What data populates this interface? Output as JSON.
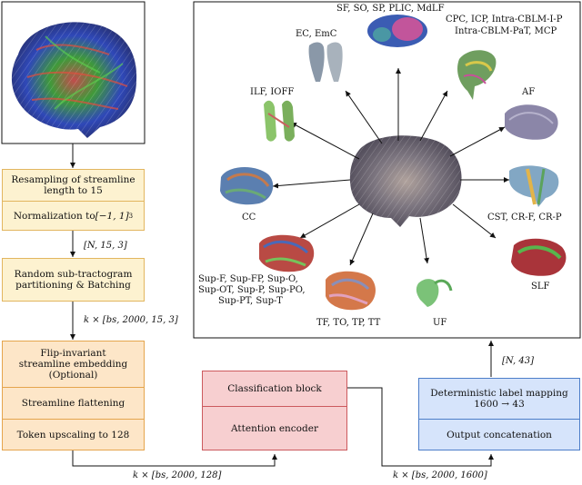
{
  "pipeline": {
    "step1": {
      "line1": "Resampling of streamline",
      "line2": "length to 15"
    },
    "step2": {
      "prefix": "Normalization to ",
      "range": "[−1, 1]",
      "power": "3"
    },
    "dim1": "[N, 15, 3]",
    "step3": {
      "line1": "Random sub-tractogram",
      "line2": "partitioning & Batching"
    },
    "dim2": "k × [bs, 2000, 15, 3]",
    "embed": {
      "line1": "Flip-invariant",
      "line2": "streamline embedding",
      "line3": "(Optional)",
      "flatten": "Streamline flattening",
      "upscale": "Token upscaling to 128"
    },
    "dim3": "k × [bs, 2000, 128]",
    "model": {
      "classification": "Classification block",
      "attention": "Attention encoder"
    },
    "dim4": "k × [bs, 2000, 1600]",
    "mapping": {
      "line1": "Deterministic label mapping",
      "line2": "1600 → 43",
      "concat": "Output concatenation"
    },
    "dim5": "[N, 43]"
  },
  "bundles": {
    "top": "SF, SO, SP, PLIC, MdLF",
    "ec": "EC, EmC",
    "cpc_line1": "CPC, ICP, Intra-CBLM-I-P",
    "cpc_line2": "Intra-CBLM-PaT, MCP",
    "ilf": "ILF, IOFF",
    "af": "AF",
    "cc": "CC",
    "cst": "CST, CR-F, CR-P",
    "sup_line1": "Sup-F, Sup-FP, Sup-O,",
    "sup_line2": "Sup-OT, Sup-P, Sup-PO,",
    "sup_line3": "Sup-PT, Sup-T",
    "tf": "TF, TO, TP, TT",
    "uf": "UF",
    "slf": "SLF"
  },
  "colors": {
    "yellow": "#fdf2d0",
    "orange": "#fde6c8",
    "red": "#f7cfd0",
    "blue": "#d6e4fb"
  }
}
